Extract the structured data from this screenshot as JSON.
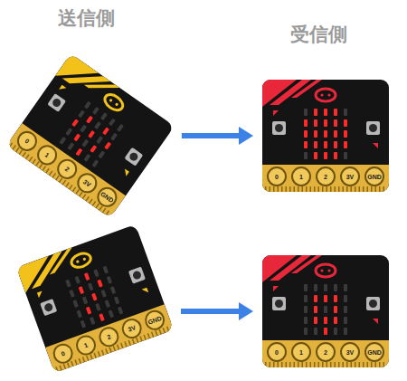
{
  "diagram": {
    "nodes": [
      {
        "text": [
          "0",
          "1",
          "2",
          "3V",
          "GND"
        ]
      },
      {
        "text": [
          "0",
          "1",
          "2",
          "3V",
          "GND"
        ]
      },
      {
        "text": [
          "0",
          "1",
          "2",
          "3V",
          "GND"
        ]
      },
      {
        "text": [
          "0",
          "1",
          "2",
          "3V",
          "GND"
        ]
      }
    ],
    "edges": [
      {
        "from": 0,
        "to": 1,
        "arrow": "to"
      },
      {
        "from": 2,
        "to": 3,
        "arrow": "to"
      }
    ],
    "labels": [
      "送信側",
      "受信側"
    ]
  }
}
